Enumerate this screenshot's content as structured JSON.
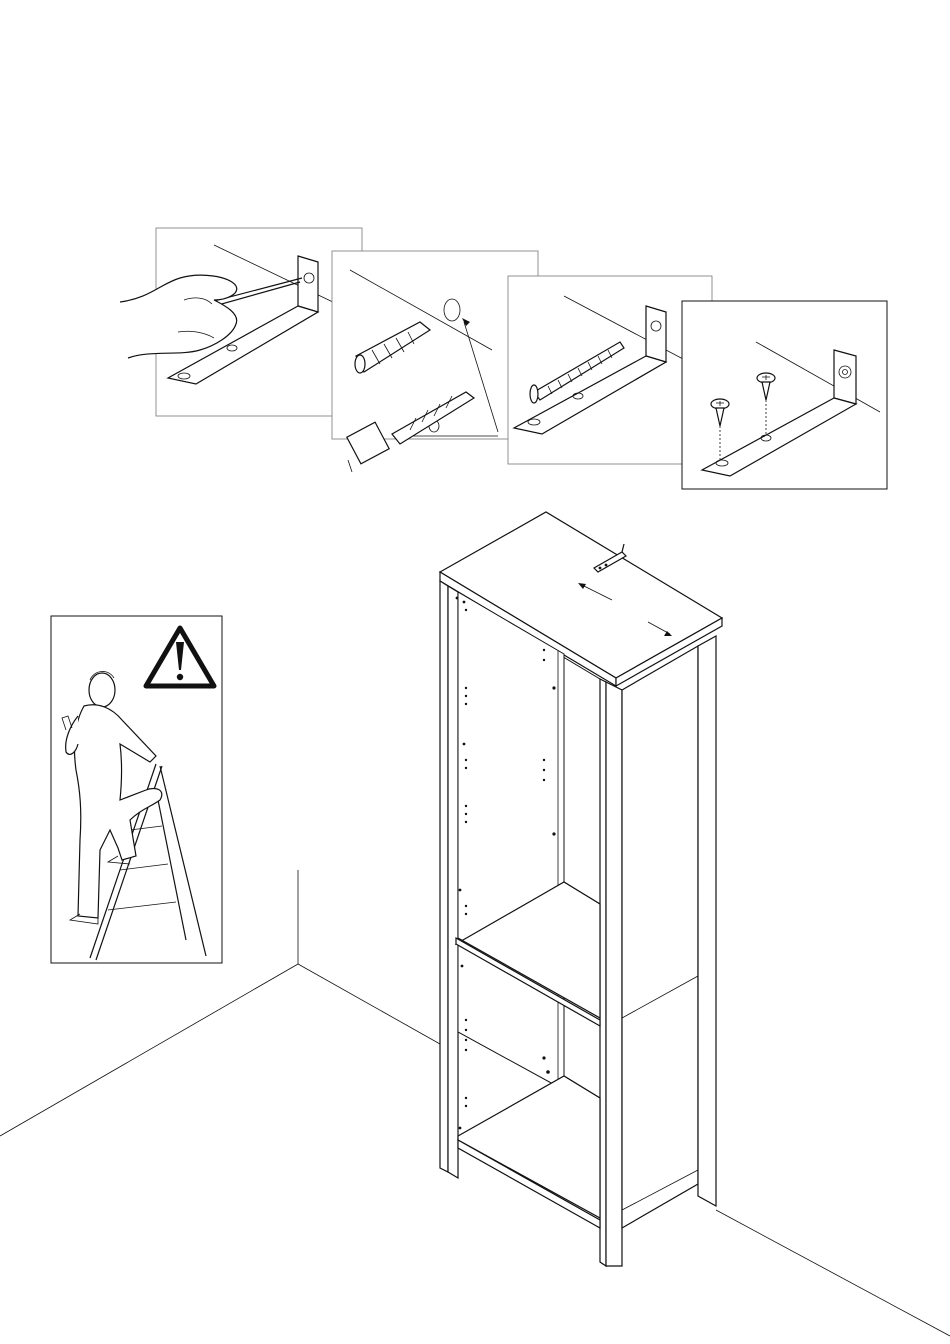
{
  "document": {
    "type": "assembly-instruction-page",
    "steps": [
      {
        "id": "mark-hole",
        "icon": "hand-pencil-marking-icon"
      },
      {
        "id": "drill-plug",
        "icon": "drill-and-wall-plug-icon"
      },
      {
        "id": "screw-bracket",
        "icon": "screw-into-bracket-icon"
      },
      {
        "id": "screws",
        "icon": "screws-icon"
      }
    ],
    "warning": {
      "icon": "warning-triangle-icon",
      "illustration": "person-on-stepladder"
    },
    "main_illustration": "tall-cabinet-anchored-to-wall-corner"
  }
}
